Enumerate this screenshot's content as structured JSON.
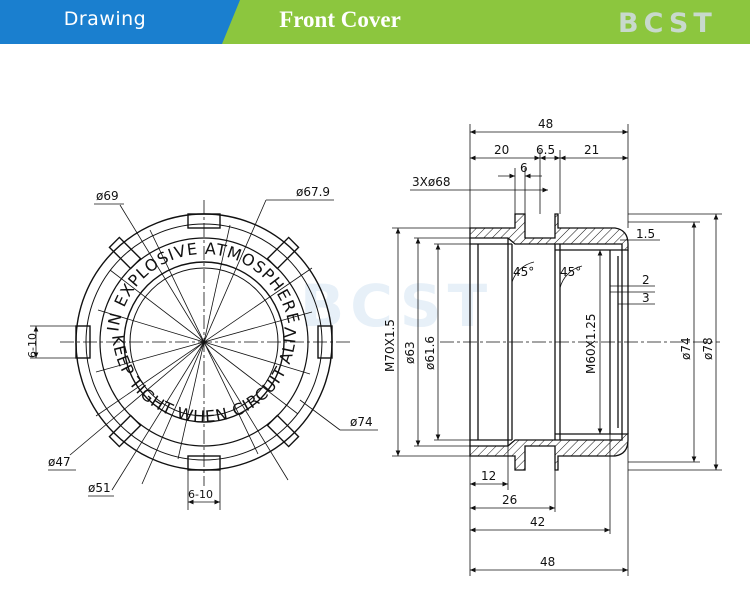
{
  "header": {
    "tab_label": "Drawing",
    "title": "Front Cover",
    "brand": "BCST",
    "watermark": "BCST",
    "colors": {
      "blue": "#1a7fcf",
      "green": "#8cc63e",
      "brand_text": "#c8d9cc"
    }
  },
  "front_view": {
    "dims": {
      "d69": "ø69",
      "d67_9": "ø67.9",
      "d74": "ø74",
      "d47": "ø47",
      "d51": "ø51",
      "slot_left": "6-10",
      "slot_bottom": "6-10"
    },
    "ring_text": {
      "top": "IN EXPLOSIVE ATMOSPHERE",
      "bottom": "KEEP TIGHT WHEN CIRCUIT ALIVE"
    }
  },
  "side_view": {
    "dims": {
      "overall_top": "48",
      "seg_20": "20",
      "seg_6_5": "6.5",
      "seg_21": "21",
      "seg_6": "6",
      "holes": "3Xø68",
      "thread_outer": "M70X1.5",
      "d63": "ø63",
      "d61_6": "ø61.6",
      "angle_left": "45°",
      "angle_right": "45°",
      "thread_inner": "M60X1.25",
      "d74": "ø74",
      "d78": "ø78",
      "chamfer_1_5": "1.5",
      "step_2": "2",
      "step_3": "3",
      "bot_12": "12",
      "bot_26": "26",
      "bot_42": "42",
      "bot_48": "48"
    }
  }
}
